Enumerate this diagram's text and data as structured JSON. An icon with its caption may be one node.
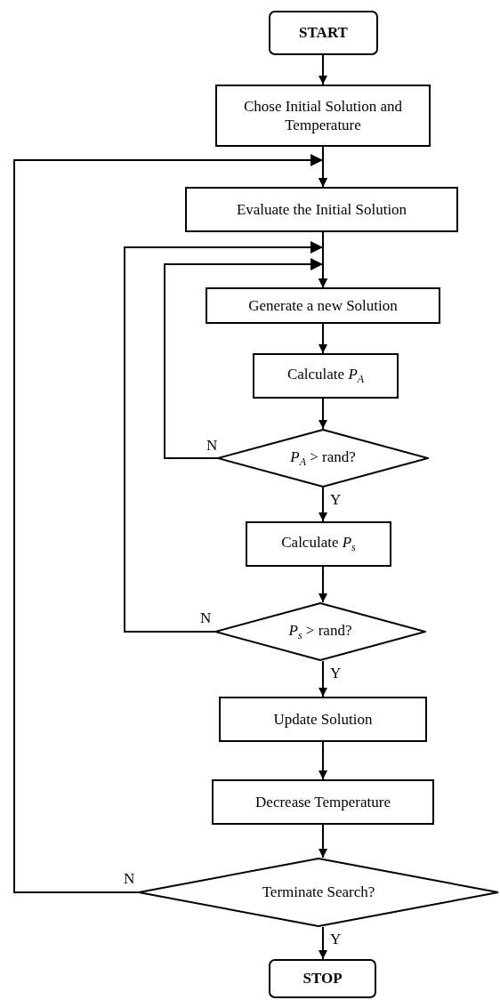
{
  "diagram": {
    "nodes": [
      {
        "text": [
          "START"
        ]
      },
      {
        "text": [
          "Chose Initial Solution and Temperature"
        ]
      },
      {
        "text": [
          "Evaluate the Initial Solution"
        ]
      },
      {
        "text": [
          "Generate a new Solution"
        ]
      },
      {
        "text": [
          "Calculate *P*$_{A}$"
        ]
      },
      {
        "text": [
          "*P*$_{A}$ > rand?"
        ]
      },
      {
        "text": [
          "Calculate *P*$_{s}$"
        ]
      },
      {
        "text": [
          "*P*$_{s}$ > rand?"
        ]
      },
      {
        "text": [
          "Update Solution"
        ]
      },
      {
        "text": [
          "Decrease Temperature"
        ]
      },
      {
        "text": [
          "Terminate Search?"
        ]
      },
      {
        "text": [
          "STOP"
        ]
      }
    ],
    "edges": [
      {
        "from": 0,
        "to": 1,
        "arrow": "to"
      },
      {
        "from": 1,
        "to": 2,
        "arrow": "to"
      },
      {
        "from": 2,
        "to": 3,
        "arrow": "to"
      },
      {
        "from": 3,
        "to": 4,
        "arrow": "to"
      },
      {
        "from": 4,
        "to": 5,
        "arrow": "to"
      },
      {
        "from": 5,
        "to": 6,
        "arrow": "to",
        "label": "Y"
      },
      {
        "from": 5,
        "to": 3,
        "arrow": "to",
        "label": "N"
      },
      {
        "from": 6,
        "to": 7,
        "arrow": "to"
      },
      {
        "from": 7,
        "to": 8,
        "arrow": "to",
        "label": "Y"
      },
      {
        "from": 7,
        "to": 3,
        "arrow": "to",
        "label": "N"
      },
      {
        "from": 8,
        "to": 9,
        "arrow": "to"
      },
      {
        "from": 9,
        "to": 10,
        "arrow": "to"
      },
      {
        "from": 10,
        "to": 11,
        "arrow": "to",
        "label": "Y"
      },
      {
        "from": 10,
        "to": 2,
        "arrow": "to",
        "label": "N"
      }
    ]
  }
}
